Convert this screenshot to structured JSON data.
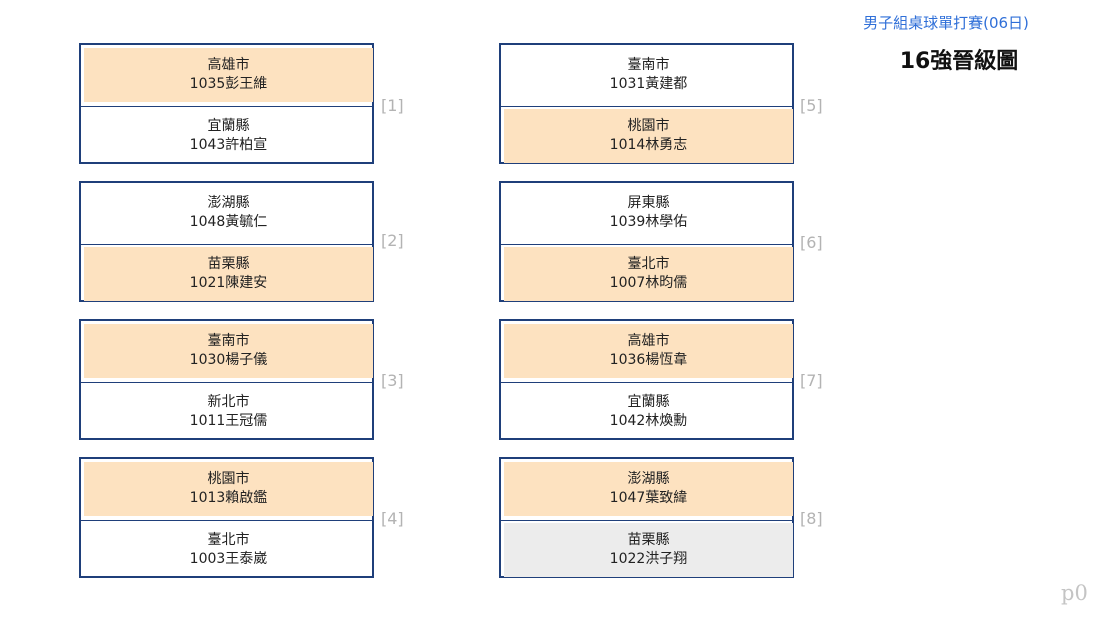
{
  "header": {
    "subtitle": "男子組桌球單打賽(06日)",
    "title": "16強晉級圖"
  },
  "page_label": "p0",
  "matches": [
    {
      "label": "[1]",
      "top": {
        "county": "高雄市",
        "player": "1035彭王維"
      },
      "bottom": {
        "county": "宜蘭縣",
        "player": "1043許柏宣"
      }
    },
    {
      "label": "[2]",
      "top": {
        "county": "澎湖縣",
        "player": "1048黃毓仁"
      },
      "bottom": {
        "county": "苗栗縣",
        "player": "1021陳建安"
      }
    },
    {
      "label": "[3]",
      "top": {
        "county": "臺南市",
        "player": "1030楊子儀"
      },
      "bottom": {
        "county": "新北市",
        "player": "1011王冠儒"
      }
    },
    {
      "label": "[4]",
      "top": {
        "county": "桃園市",
        "player": "1013賴啟鑑"
      },
      "bottom": {
        "county": "臺北市",
        "player": "1003王泰崴"
      }
    },
    {
      "label": "[5]",
      "top": {
        "county": "臺南市",
        "player": "1031黃建都"
      },
      "bottom": {
        "county": "桃園市",
        "player": "1014林勇志"
      }
    },
    {
      "label": "[6]",
      "top": {
        "county": "屏東縣",
        "player": "1039林學佑"
      },
      "bottom": {
        "county": "臺北市",
        "player": "1007林昀儒"
      }
    },
    {
      "label": "[7]",
      "top": {
        "county": "高雄市",
        "player": "1036楊恆韋"
      },
      "bottom": {
        "county": "宜蘭縣",
        "player": "1042林煥勳"
      }
    },
    {
      "label": "[8]",
      "top": {
        "county": "澎湖縣",
        "player": "1047葉致緯"
      },
      "bottom": {
        "county": "苗栗縣",
        "player": "1022洪子翔"
      }
    }
  ],
  "colors": {
    "winner_bg": "#fde2c0",
    "neutral_bg": "#ececec",
    "border": "#1f3f7a"
  }
}
